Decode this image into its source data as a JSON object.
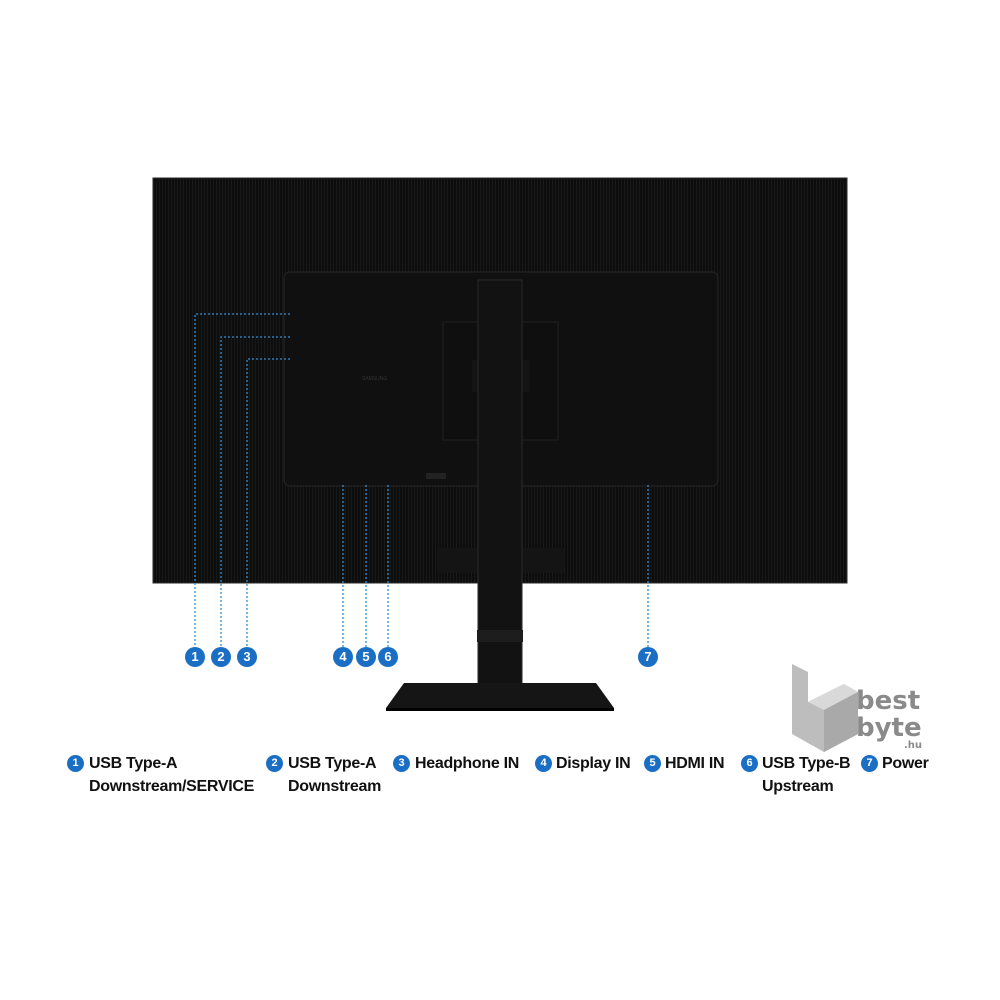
{
  "colors": {
    "badge": "#1a6fc4",
    "monitor": "#0b0b0b",
    "leader": "#2f8fd8",
    "logo": "#9a9a9a"
  },
  "logo": {
    "brand_line1": "best",
    "brand_line2": "byte",
    "suffix": ".hu"
  },
  "monitor": {
    "bezel_brand": "SAMSUNG"
  },
  "callouts": [
    "1",
    "2",
    "3",
    "4",
    "5",
    "6",
    "7"
  ],
  "legend": [
    {
      "num": "1",
      "line1": "USB Type-A",
      "line2": "Downstream/SERVICE"
    },
    {
      "num": "2",
      "line1": "USB Type-A",
      "line2": "Downstream"
    },
    {
      "num": "3",
      "line1": "Headphone IN",
      "line2": ""
    },
    {
      "num": "4",
      "line1": "Display IN",
      "line2": ""
    },
    {
      "num": "5",
      "line1": "HDMI IN",
      "line2": ""
    },
    {
      "num": "6",
      "line1": "USB Type-B",
      "line2": "Upstream"
    },
    {
      "num": "7",
      "line1": "Power",
      "line2": ""
    }
  ]
}
